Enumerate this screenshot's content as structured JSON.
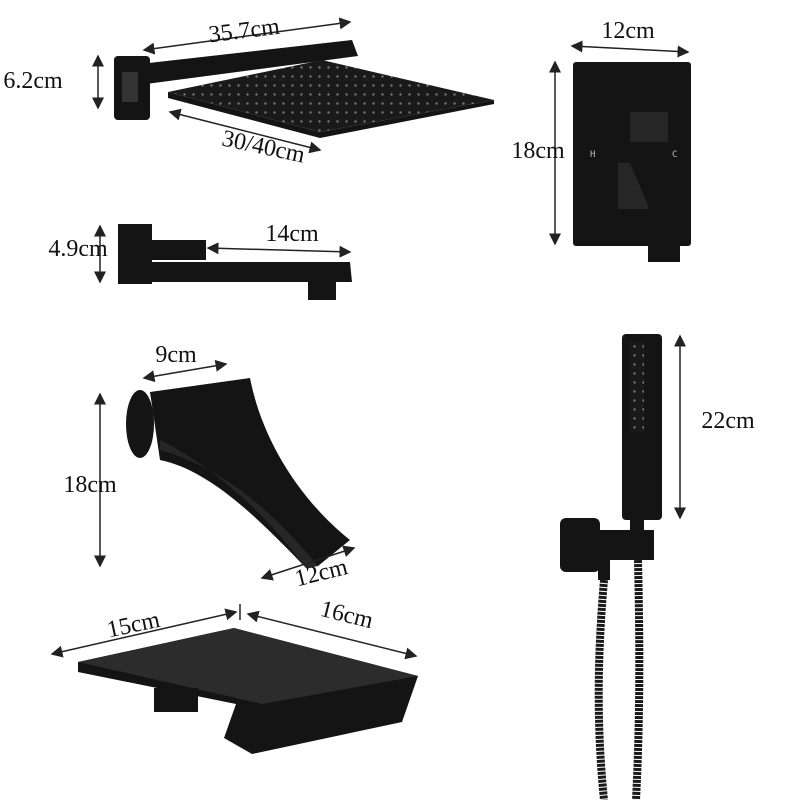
{
  "products": {
    "rain_shower_head": {
      "arm_length": "35.7cm",
      "height": "6.2cm",
      "head_size": "30/40cm"
    },
    "mixer_valve": {
      "width": "12cm",
      "height": "18cm",
      "hot_label": "H",
      "cold_label": "C"
    },
    "tub_spout": {
      "height": "4.9cm",
      "length": "14cm"
    },
    "waterfall_spout": {
      "width": "9cm",
      "height": "18cm",
      "depth": "12cm"
    },
    "waterfall_tray": {
      "width": "15cm",
      "length": "16cm"
    },
    "hand_shower": {
      "length": "22cm"
    }
  },
  "colors": {
    "product": "#141414",
    "background": "#ffffff",
    "dimension_line": "#222222"
  }
}
